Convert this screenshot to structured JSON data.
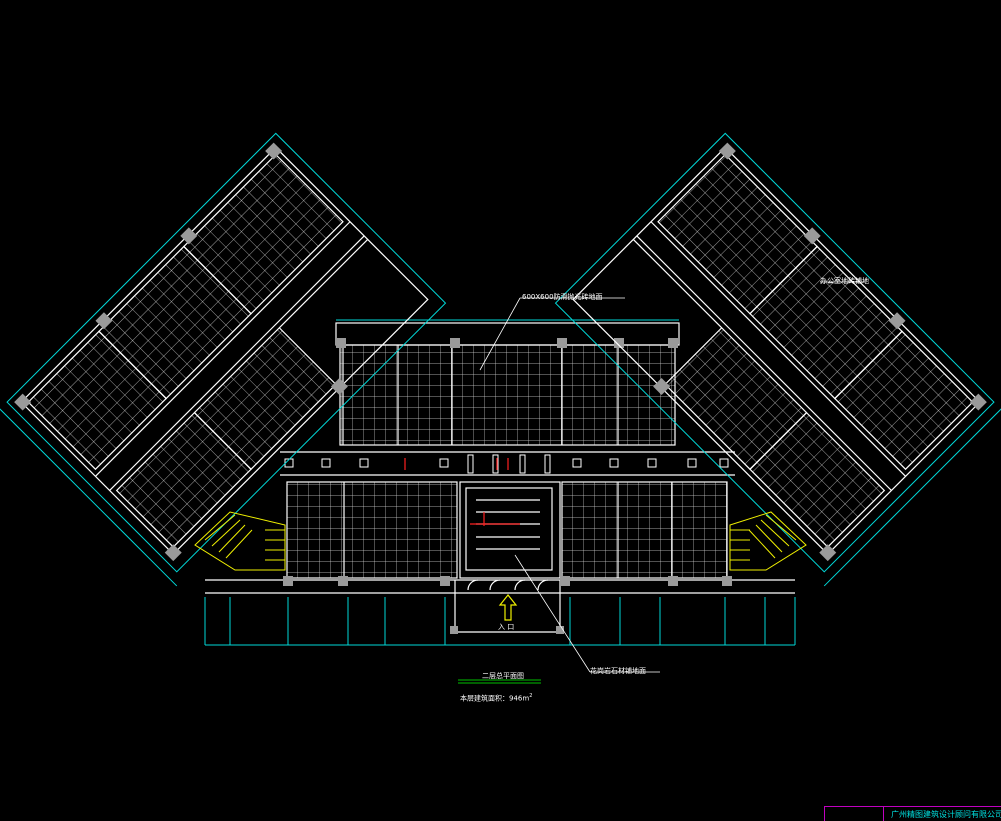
{
  "drawing": {
    "plan_title": "二层总平面图",
    "area_label": "本层建筑面积：",
    "area_value": "946m",
    "area_sup": "2",
    "entrance_label": "入    口",
    "callout_top": "600X600防滑抛光砖地面",
    "callout_bottom": "花岗岩石材铺地面",
    "callout_right": "办公室地砖铺地",
    "company": "广州精图建筑设计顾问有限公司"
  },
  "colors": {
    "background": "#000000",
    "walls": "#ffffff",
    "dimension": "#00d8d8",
    "stairs": "#f0f000",
    "title_block": "#c000c0",
    "markers": "#ff2020"
  }
}
